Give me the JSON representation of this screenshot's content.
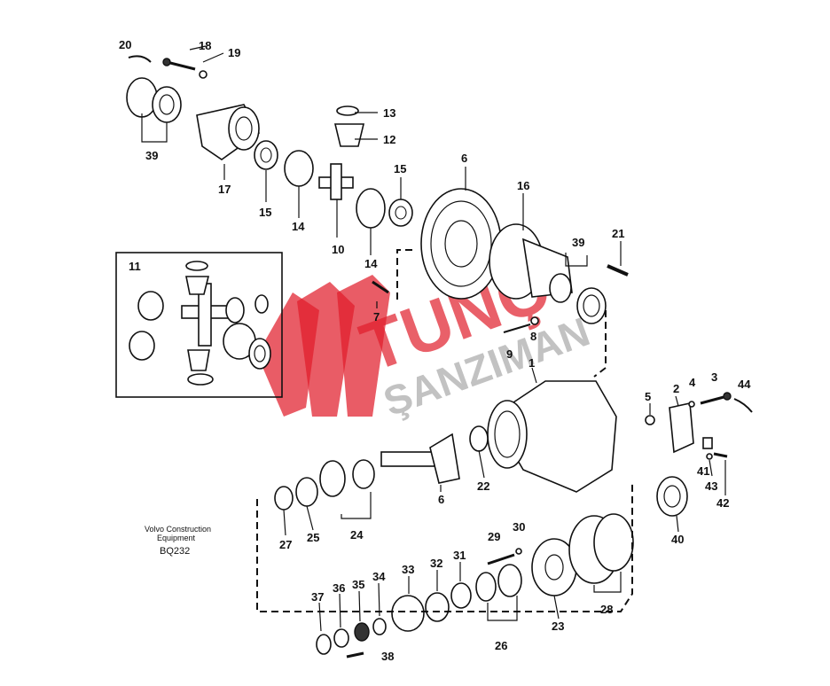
{
  "caption": {
    "line1": "Volvo Construction",
    "line2": "Equipment",
    "code": "BQ232"
  },
  "watermark": {
    "brand_top": "TUNÇ",
    "brand_bottom": "ŞANZIMAN",
    "color_red": "#e11d2b",
    "color_gray": "#9a9a9a"
  },
  "inset": {
    "label": "11"
  },
  "callouts": {
    "c1": "1",
    "c2": "2",
    "c3": "3",
    "c4": "4",
    "c5": "5",
    "c6a": "6",
    "c6b": "6",
    "c7": "7",
    "c8": "8",
    "c9": "9",
    "c10": "10",
    "c12": "12",
    "c13": "13",
    "c14a": "14",
    "c14b": "14",
    "c15a": "15",
    "c15b": "15",
    "c16": "16",
    "c17": "17",
    "c18": "18",
    "c19": "19",
    "c20": "20",
    "c21": "21",
    "c22": "22",
    "c23": "23",
    "c24": "24",
    "c25": "25",
    "c26": "26",
    "c27": "27",
    "c28": "28",
    "c29": "29",
    "c30": "30",
    "c31": "31",
    "c32": "32",
    "c33": "33",
    "c34": "34",
    "c35": "35",
    "c36": "36",
    "c37": "37",
    "c38": "38",
    "c39a": "39",
    "c39b": "39",
    "c40": "40",
    "c41": "41",
    "c42": "42",
    "c43": "43",
    "c44": "44"
  }
}
